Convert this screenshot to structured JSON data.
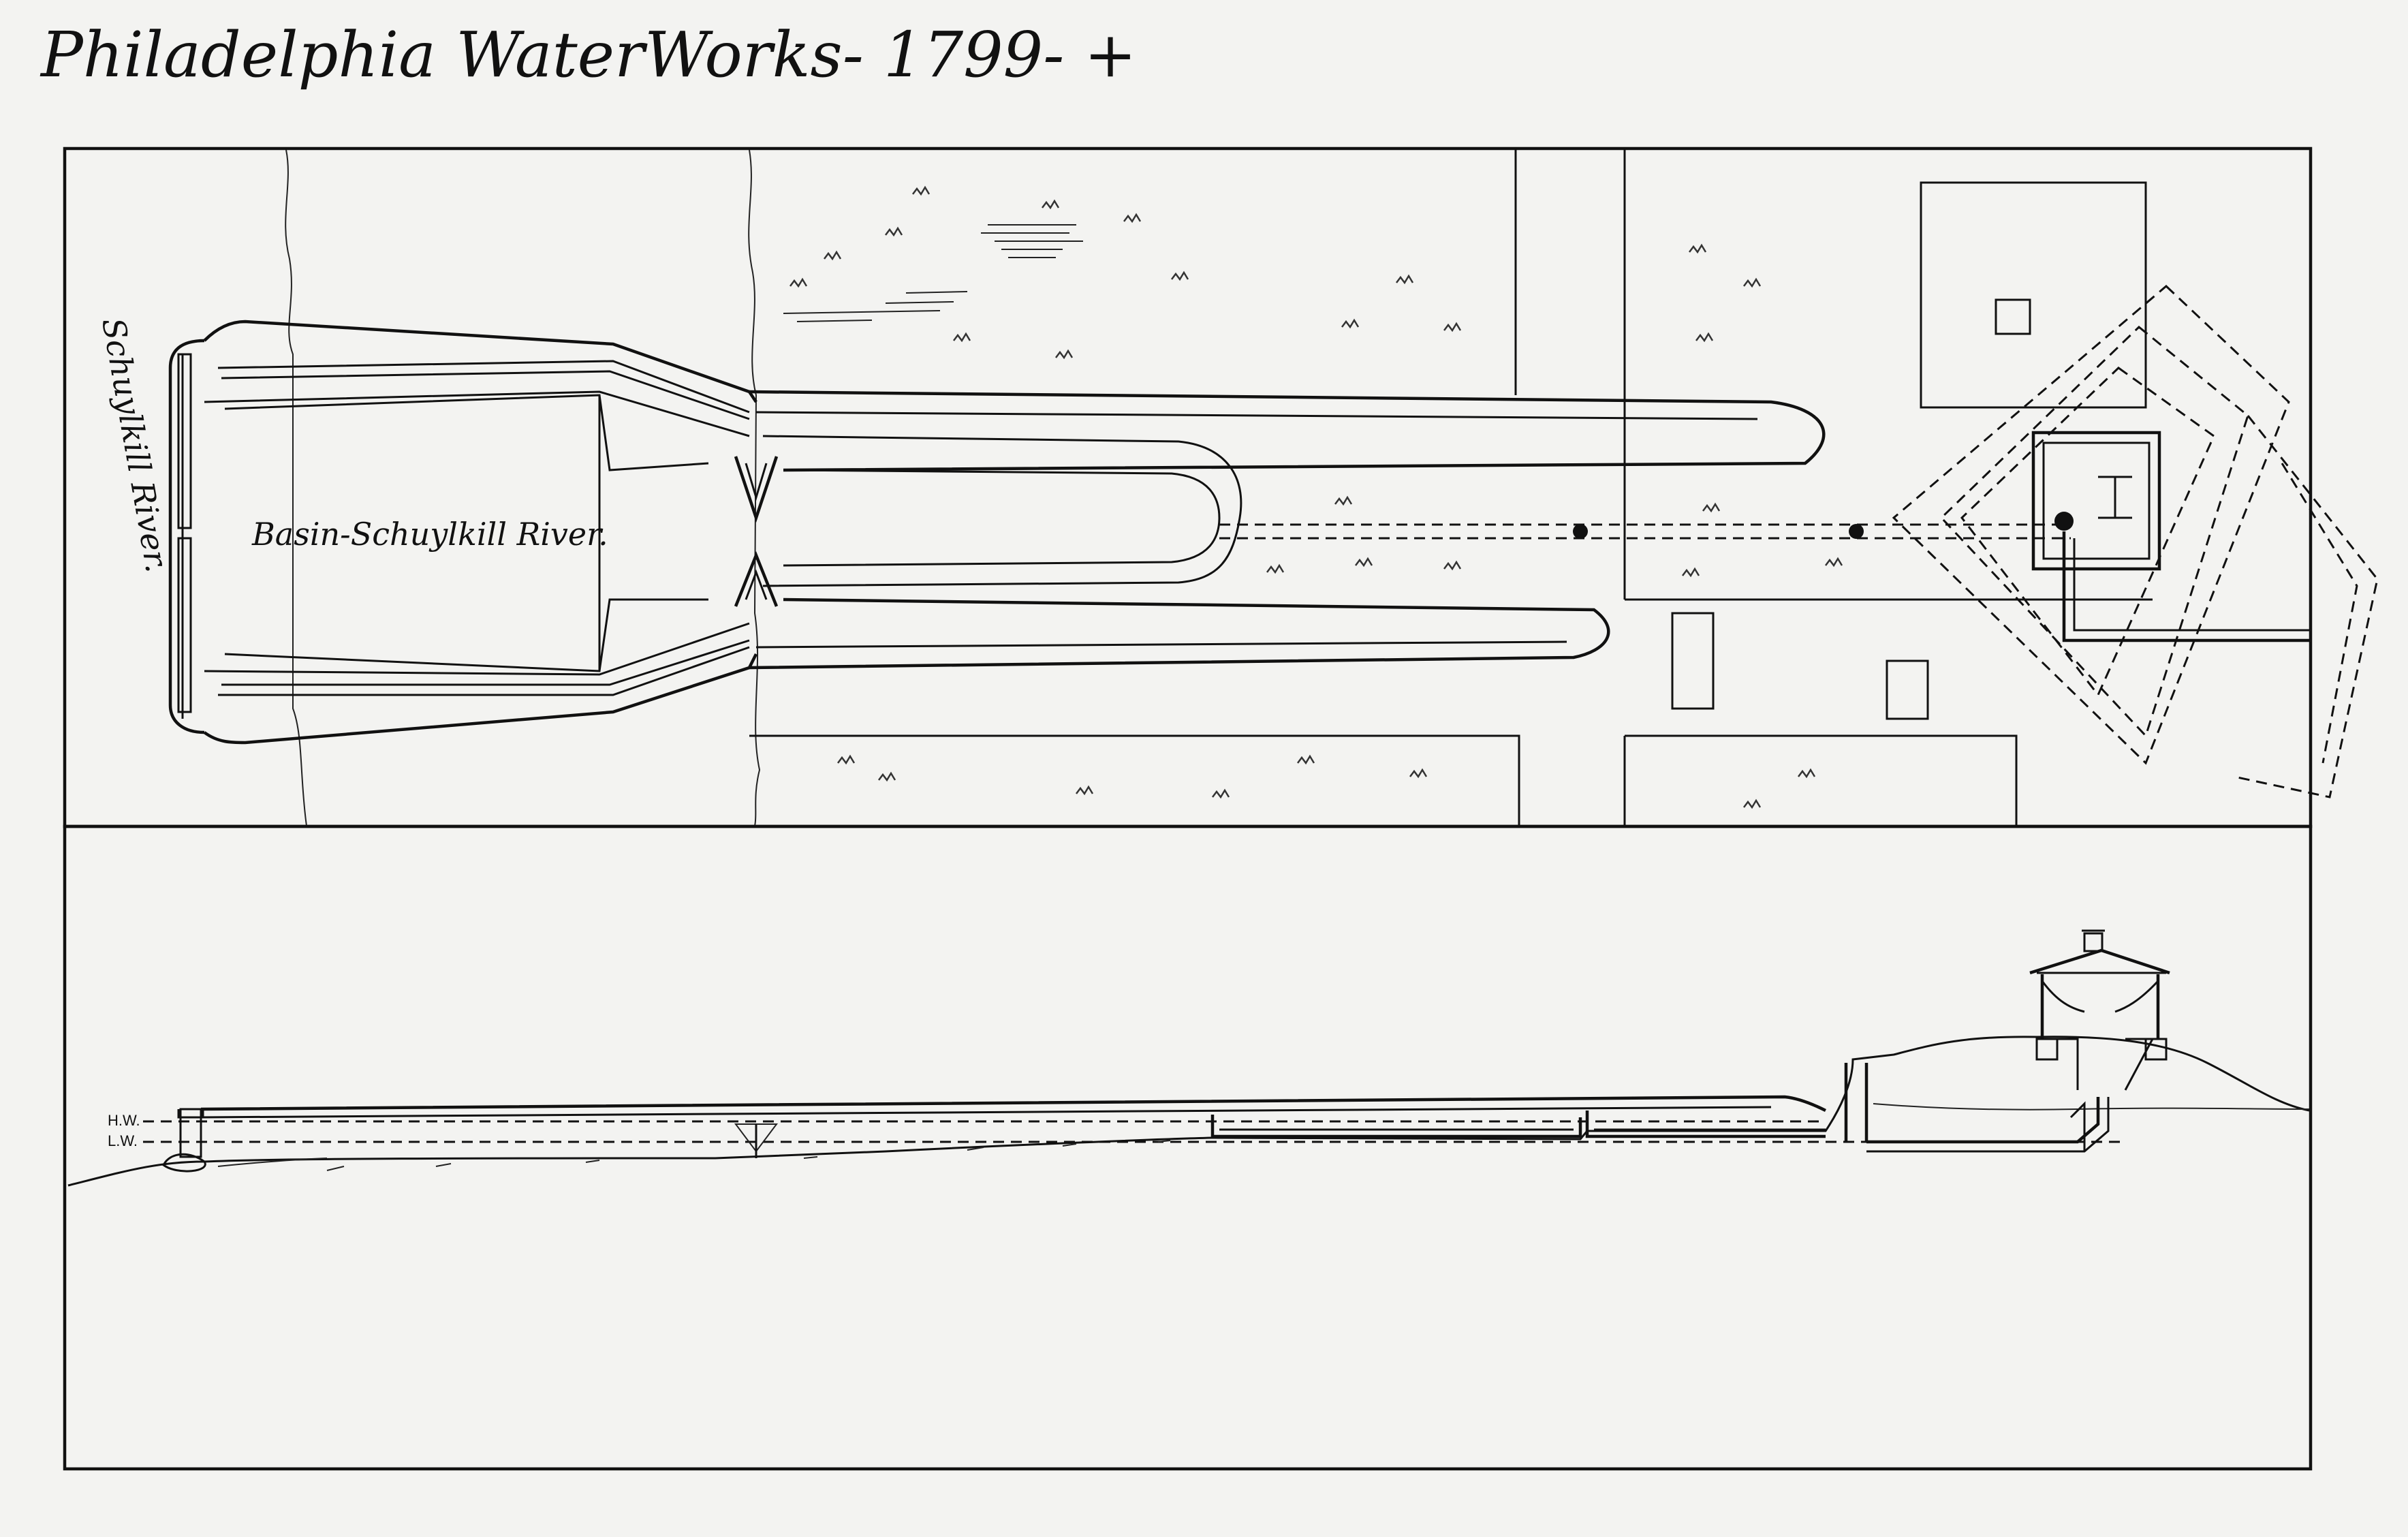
{
  "title": "Philadelphia WaterWorks- 1799- +",
  "plan": {
    "river_label": "Schuylkill River.",
    "basin_label": "Basin-Schuylkill River."
  },
  "section": {
    "high_water_label": "H.W.",
    "low_water_label": "L.W."
  }
}
